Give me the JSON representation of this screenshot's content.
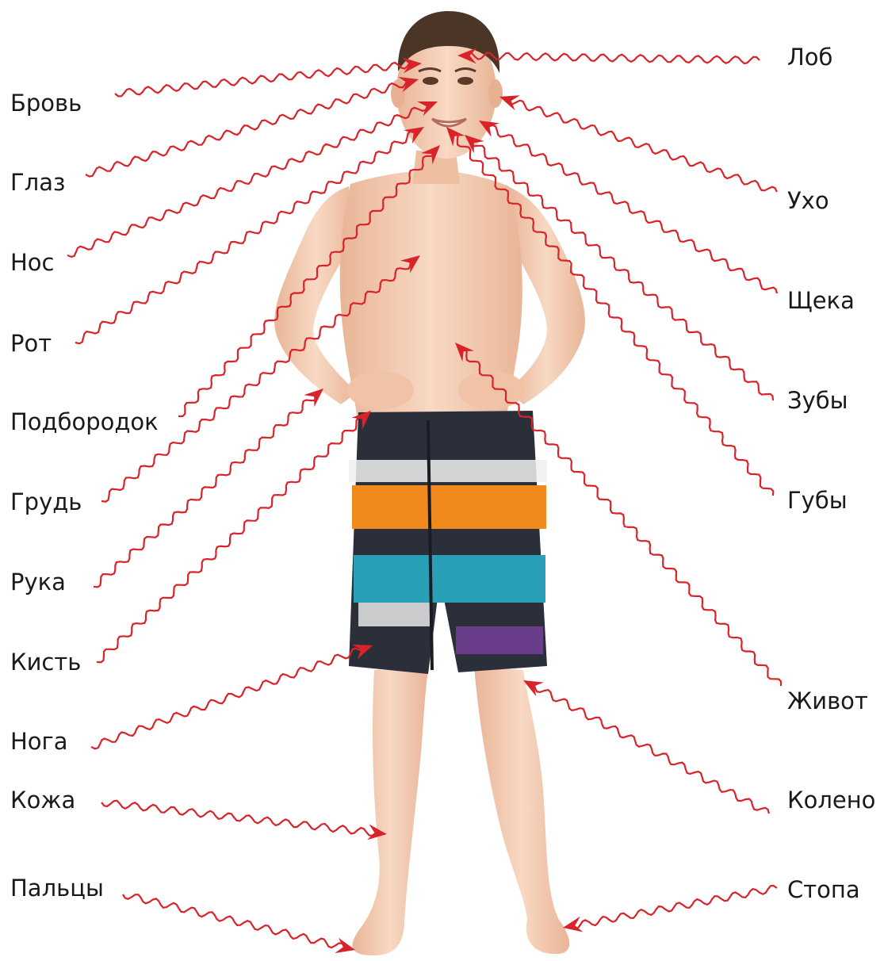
{
  "colors": {
    "arrow": "#d8232a",
    "label_text": "#1a1a1a",
    "skin": "#f4cdb4",
    "hair": "#4a3526",
    "shorts_dark": "#2b2f3a",
    "shorts_orange": "#f08a1c",
    "shorts_teal": "#2aa0b8",
    "shorts_purple": "#6a3d8a"
  },
  "left_labels": {
    "brov": "Бровь",
    "glaz": "Глаз",
    "nos": "Нос",
    "rot": "Рот",
    "podborodok": "Подбородок",
    "grud": "Грудь",
    "ruka": "Рука",
    "kist": "Кисть",
    "noga": "Нога",
    "kozha": "Кожа",
    "paltsy": "Пальцы"
  },
  "right_labels": {
    "lob": "Лоб",
    "ukho": "Ухо",
    "scheka": "Щека",
    "zuby": "Зубы",
    "guby": "Губы",
    "zhivot": "Живот",
    "koleno": "Колено",
    "stopa": "Стопа"
  }
}
